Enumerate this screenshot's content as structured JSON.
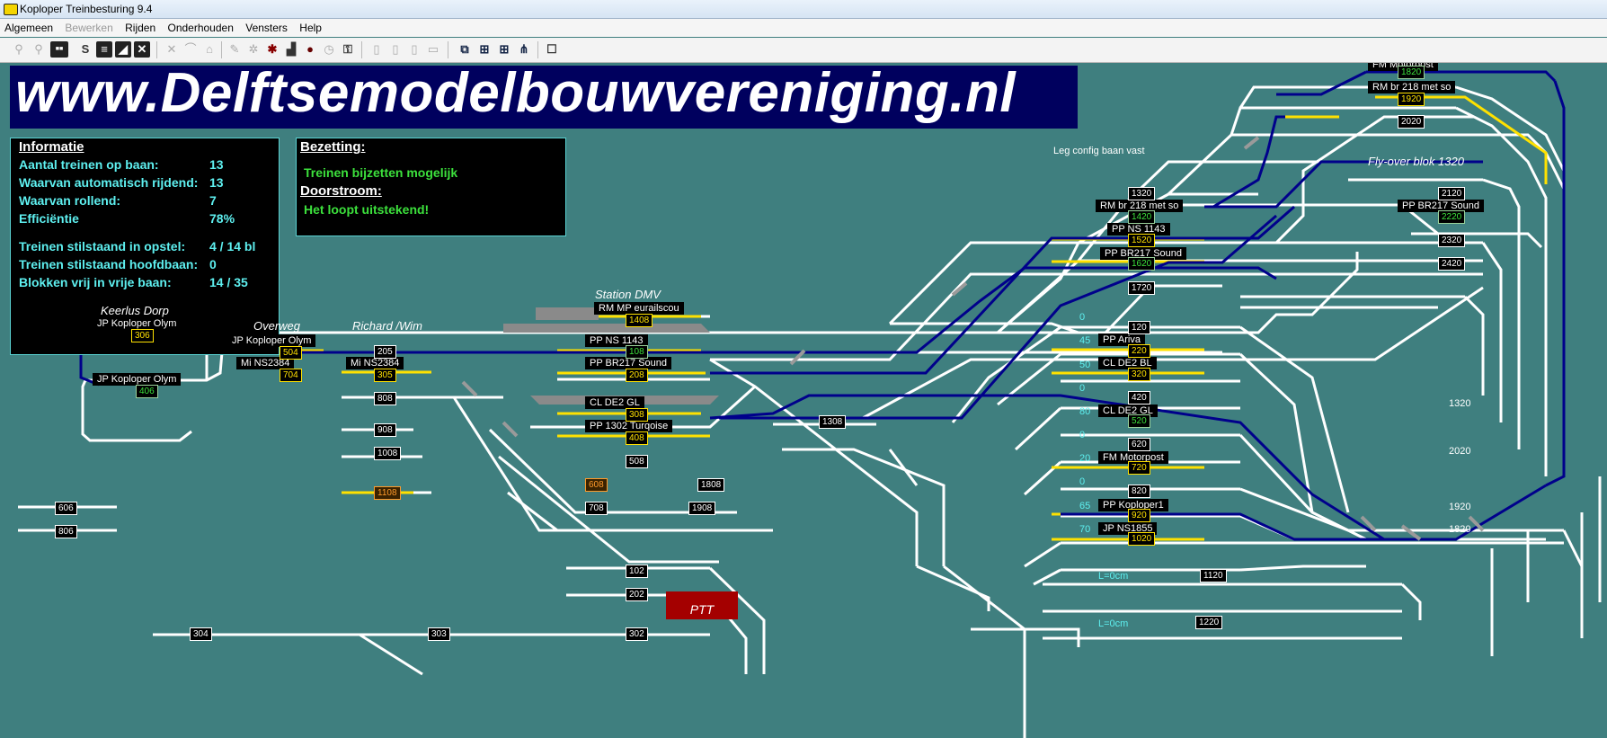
{
  "window": {
    "title": "Koploper Treinbesturing 9.4"
  },
  "menu": [
    "Algemeen",
    "Bewerken",
    "Rijden",
    "Onderhouden",
    "Vensters",
    "Help"
  ],
  "menu_disabled": [
    "Bewerken"
  ],
  "toolbar": {
    "text_button": "S"
  },
  "banner": {
    "text": "www.Delftsemodelbouwvereniging.nl"
  },
  "info": {
    "title": "Informatie",
    "rows": [
      {
        "label": "Aantal treinen op baan:",
        "value": "13"
      },
      {
        "label": "Waarvan automatisch rijdend:",
        "value": "13"
      },
      {
        "label": "Waarvan rollend:",
        "value": "7"
      },
      {
        "label": "Efficiëntie",
        "value": "78%"
      },
      {
        "label": "Treinen stilstaand in opstel:",
        "value": "4 / 14 bl"
      },
      {
        "label": "Treinen stilstaand hoofdbaan:",
        "value": "0"
      },
      {
        "label": "Blokken vrij in vrije baan:",
        "value": "14 / 35"
      }
    ]
  },
  "bezetting": {
    "title": "Bezetting:",
    "line1": "Treinen bijzetten mogelijk",
    "doorstroom_title": "Doorstroom:",
    "line2": "Het loopt uitstekend!"
  },
  "layout_labels": {
    "keerlus": "Keerlus Dorp",
    "overweg": "Overweg",
    "richard": "Richard /Wim",
    "station": "Station DMV",
    "flyover": "Fly-over blok 1320",
    "legconfig": "Leg config baan vast",
    "ptt": "PTT",
    "l0a": "L=0cm",
    "l0b": "L=0cm",
    "n1320": "1320",
    "n2020": "2020",
    "n1920": "1920",
    "n1820": "1820"
  },
  "side_numbers": [
    "0",
    "45",
    "50",
    "0",
    "80",
    "0",
    "20",
    "0",
    "65",
    "70"
  ],
  "trains": [
    "FM Motorpost",
    "RM br 218 met so",
    "RM br 218 met so",
    "PP NS 1143",
    "PP BR217 Sound",
    "PP BR217 Sound",
    "RM MP eurailscou",
    "PP NS 1143",
    "PP BR217 Sound",
    "CL DE2 GL",
    "PP 1302 Turqoise",
    "JP Koploper Olym",
    "JP Koploper Olym",
    "JP Koploper Olym",
    "Mi NS2384",
    "Mi NS2384",
    "PP Ariva",
    "CL DE2 BL",
    "CL DE2 GL",
    "FM Motorpost",
    "PP Koploper1",
    "JP NS1855"
  ],
  "blocks": [
    "1820",
    "1920",
    "2020",
    "1320",
    "1420",
    "1520",
    "1620",
    "1720",
    "2120",
    "2220",
    "2320",
    "2420",
    "1408",
    "108",
    "208",
    "308",
    "408",
    "306",
    "406",
    "504",
    "704",
    "205",
    "305",
    "808",
    "908",
    "1008",
    "1108",
    "508",
    "608",
    "708",
    "1808",
    "1908",
    "1308",
    "606",
    "806",
    "120",
    "220",
    "320",
    "420",
    "520",
    "620",
    "720",
    "820",
    "920",
    "1020",
    "1120",
    "1220",
    "102",
    "202",
    "302",
    "303",
    "304"
  ],
  "colors": {
    "background": "#3f7f7f",
    "banner": "#00005e",
    "track": "#ffffff",
    "route": "#00008b",
    "occupied": "#ffe100",
    "signal_red": "#c80000",
    "signal_orange": "#ff8c1a"
  }
}
